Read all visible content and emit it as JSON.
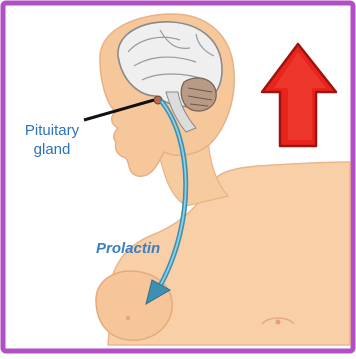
{
  "figure": {
    "labels": {
      "gland": "Pituitary gland",
      "gland_line1": "Pituitary",
      "gland_line2": "gland",
      "hormone": "Prolactin"
    },
    "indicator": {
      "direction": "up",
      "icon": "red-up-arrow-icon"
    },
    "colors": {
      "frame": "#b14fc4",
      "skin": "#f6c79a",
      "arrow_red": "#e8241c",
      "hormone_path": "#3f8fb0",
      "label_blue": "#2a73b8"
    }
  }
}
